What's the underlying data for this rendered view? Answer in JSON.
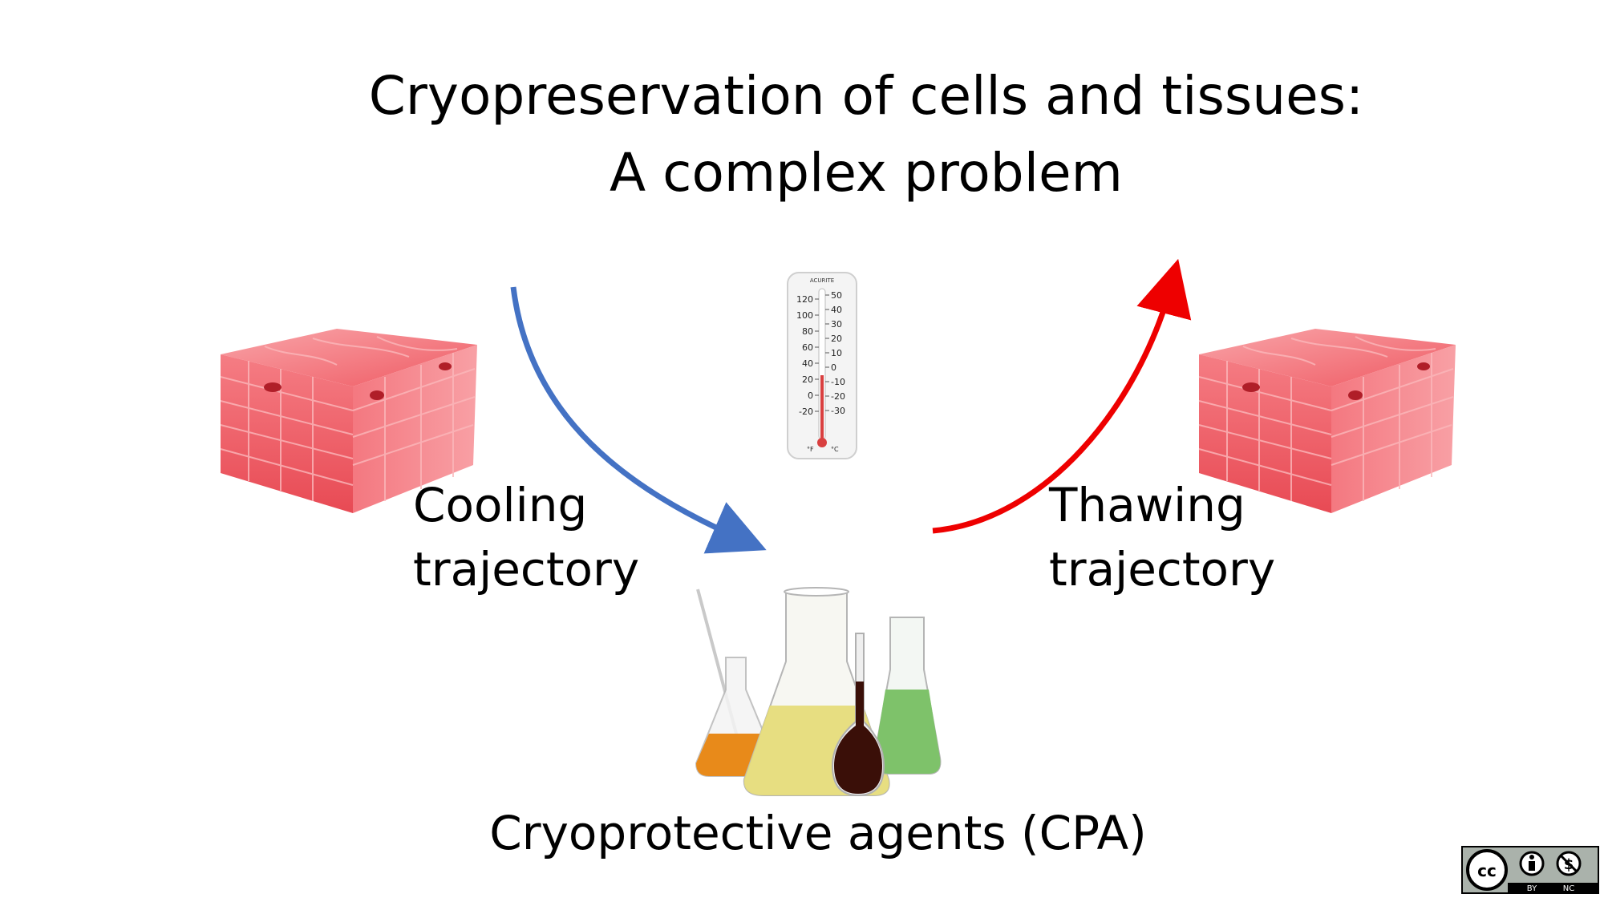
{
  "title": {
    "line1": "Cryopreservation of cells and tissues:",
    "line2": "A complex problem"
  },
  "cooling": {
    "line1": "Cooling",
    "line2": "trajectory"
  },
  "thawing": {
    "line1": "Thawing",
    "line2": "trajectory"
  },
  "cpa_label": "Cryoprotective agents (CPA)",
  "thermometer": {
    "brand": "ACURITE",
    "f_scale": [
      "120",
      "100",
      "80",
      "60",
      "40",
      "20",
      "0",
      "-20"
    ],
    "c_scale": [
      "50",
      "40",
      "30",
      "20",
      "10",
      "0",
      "-10",
      "-20",
      "-30"
    ],
    "f_unit": "°F",
    "c_unit": "°C"
  },
  "license": {
    "by": "BY",
    "nc": "NC"
  },
  "colors": {
    "cooling_arrow": "#4472c4",
    "thawing_arrow": "#ee0000",
    "tissue": "#f2636b"
  }
}
